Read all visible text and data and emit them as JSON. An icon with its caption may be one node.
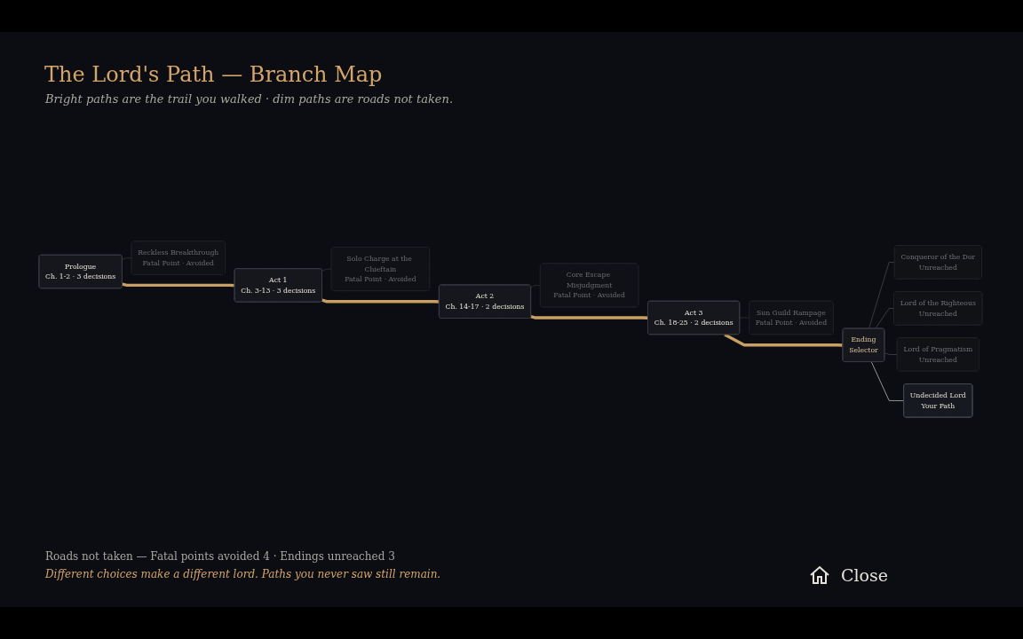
{
  "diagram": {
    "title": "The Lord's Path — Branch Map",
    "caption": "Bright paths are the trail you walked · dim paths are roads not taken.",
    "nodes": [
      {
        "text": [
          "Prologue",
          "Ch. 1-2 · 3 decisions"
        ]
      },
      {
        "text": [
          "Act 1",
          "Ch. 3-13 · 3 decisions"
        ]
      },
      {
        "text": [
          "Act 2",
          "Ch. 14-17 · 2 decisions"
        ]
      },
      {
        "text": [
          "Act 3",
          "Ch. 18-25 · 2 decisions"
        ]
      },
      {
        "text": [
          "Ending",
          "Selector"
        ]
      },
      {
        "text": [
          "Reckless Breakthrough",
          "Fatal Point · Avoided"
        ]
      },
      {
        "text": [
          "Solo Charge at the Chieftain",
          "Fatal Point · Avoided"
        ]
      },
      {
        "text": [
          "Core Escape Misjudgment",
          "Fatal Point · Avoided"
        ]
      },
      {
        "text": [
          "Sun Guild Rampage",
          "Fatal Point · Avoided"
        ]
      },
      {
        "text": [
          "Conqueror of the Dor",
          "Unreached"
        ]
      },
      {
        "text": [
          "Lord of the Righteous",
          "Unreached"
        ]
      },
      {
        "text": [
          "Lord of Pragmatism",
          "Unreached"
        ]
      },
      {
        "text": [
          "Undecided Lord",
          "Your Path"
        ]
      }
    ],
    "edges": [
      {
        "from": 0,
        "to": 1,
        "arrow": "none",
        "style": "thick",
        "color": "#c9a063"
      },
      {
        "from": 1,
        "to": 2,
        "arrow": "none",
        "style": "thick",
        "color": "#c9a063"
      },
      {
        "from": 2,
        "to": 3,
        "arrow": "none",
        "style": "thick",
        "color": "#c9a063"
      },
      {
        "from": 3,
        "to": 4,
        "arrow": "none",
        "style": "thick",
        "color": "#c9a063"
      },
      {
        "from": 0,
        "to": 5,
        "arrow": "none",
        "color": "#3b3236"
      },
      {
        "from": 1,
        "to": 6,
        "arrow": "none",
        "color": "#3b3236"
      },
      {
        "from": 2,
        "to": 7,
        "arrow": "none",
        "color": "#3b3236"
      },
      {
        "from": 3,
        "to": 8,
        "arrow": "none",
        "color": "#3b3236"
      },
      {
        "from": 4,
        "to": 9,
        "arrow": "none",
        "color": "#4a4d54"
      },
      {
        "from": 4,
        "to": 10,
        "arrow": "none",
        "color": "#4a4d54"
      },
      {
        "from": 4,
        "to": 11,
        "arrow": "none",
        "color": "#4a4d54"
      },
      {
        "from": 4,
        "to": 12,
        "arrow": "none",
        "color": "#c8c8c8"
      }
    ],
    "labels": [
      "Roads not taken — Fatal points avoided 4 · Endings unreached 3",
      "Different choices make a different lord. Paths you never saw still remain.",
      "Close"
    ]
  }
}
